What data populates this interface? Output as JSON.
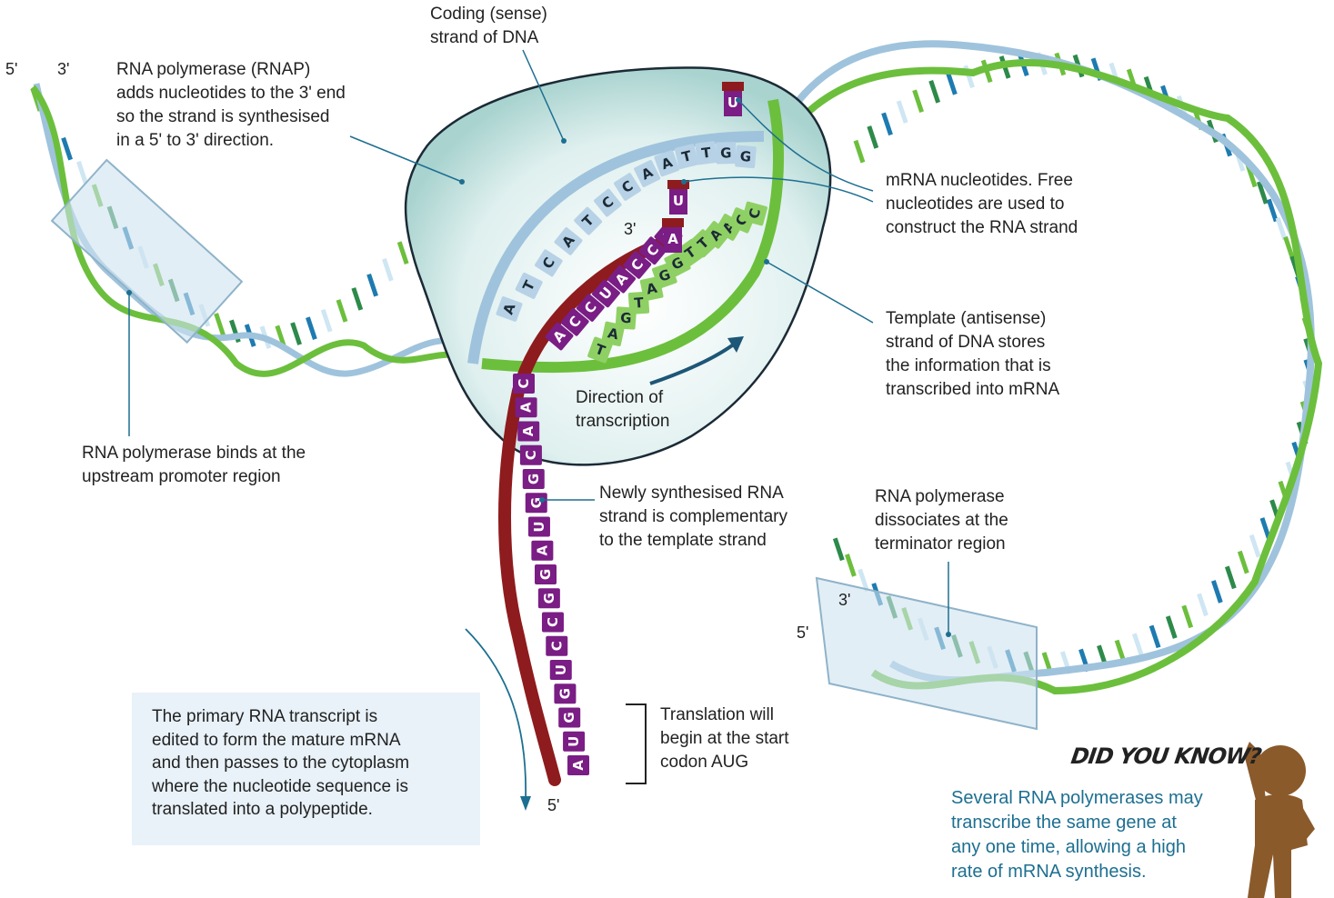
{
  "labels": {
    "coding_strand": "Coding (sense)\nstrand of DNA",
    "rnap": "RNA polymerase (RNAP)\nadds nucleotides to the 3' end\nso the strand is synthesised\nin a 5' to 3' direction.",
    "mrna_nucleotides": "mRNA nucleotides. Free\nnucleotides are used to\nconstruct the RNA strand",
    "template_strand": "Template (antisense)\nstrand of DNA stores\nthe information that is\ntranscribed into mRNA",
    "direction": "Direction of\ntranscription",
    "promoter": "RNA polymerase binds at the\nupstream promoter region",
    "new_rna": "Newly synthesised RNA\nstrand is complementary\nto the template strand",
    "terminator": "RNA polymerase\ndissociates at the\nterminator region",
    "translation": "Translation will\nbegin at the start\ncodon AUG"
  },
  "ends": {
    "top_left_5": "5'",
    "top_left_3": "3'",
    "rna_3": "3'",
    "rna_5": "5'",
    "term_3": "3'",
    "term_5": "5'"
  },
  "fact_box": {
    "text": "The primary RNA transcript is\nedited to form the mature mRNA\nand then passes to the cytoplasm\nwhere the nucleotide sequence is\ntranslated into a polypeptide."
  },
  "did_you_know": {
    "title": "DID YOU KNOW?",
    "text": "Several RNA polymerases may\ntranscribe the same gene at\nany one time, allowing a high\nrate of mRNA synthesis."
  },
  "sequences": {
    "coding_dna": [
      "A",
      "T",
      "C",
      "A",
      "T",
      "C",
      "C",
      "A",
      "A",
      "T",
      "T",
      "G",
      "G"
    ],
    "template_dna": [
      "T",
      "A",
      "G",
      "T",
      "A",
      "G",
      "G",
      "T",
      "T",
      "A",
      "A",
      "C",
      "C"
    ],
    "rna_upper": [
      "A",
      "C",
      "C",
      "U",
      "A",
      "C",
      "C",
      "A"
    ],
    "rna_lower": [
      "A",
      "U",
      "G",
      "G",
      "U",
      "C",
      "C",
      "G",
      "G",
      "A",
      "U",
      "G",
      "G",
      "C",
      "A",
      "A",
      "C"
    ],
    "free_nucleotides": [
      "U",
      "U",
      "A"
    ]
  },
  "colors": {
    "dna_green": "#6cbf3c",
    "dna_blue": "#9fc3dc",
    "rna_maroon": "#8e1b1d",
    "rna_purple": "#7a1d84",
    "bubble_fill": "#e6f4f4",
    "accent_blue": "#1d6f91"
  }
}
